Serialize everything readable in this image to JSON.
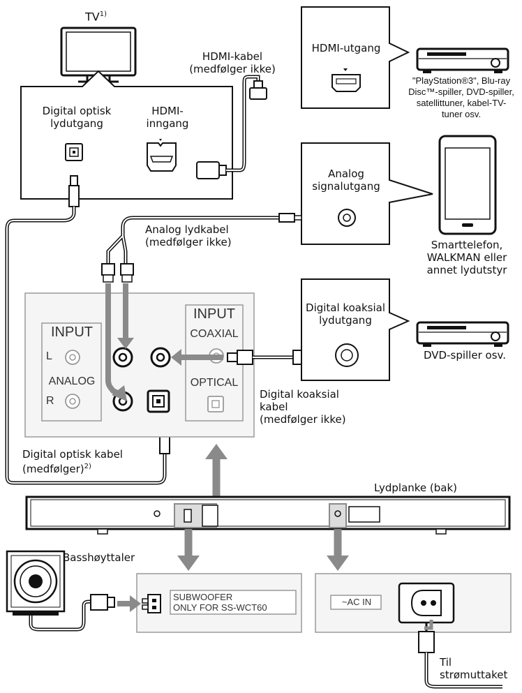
{
  "tv": {
    "label": "TV",
    "footnote": "1)"
  },
  "tv_box": {
    "optical_out": "Digital optisk\nlydutgang",
    "hdmi_in": "HDMI-\ninngang"
  },
  "hdmi_cable": "HDMI-kabel\n(medfølger ikke)",
  "hdmi_out_box": {
    "label": "HDMI-utgang"
  },
  "player_devices": "\"PlayStation®3\", Blu-ray\nDisc™-spiller, DVD-spiller,\nsatellittuner, kabel-TV-\ntuner osv.",
  "analog_out_box": {
    "label": "Analog\nsignalutgang"
  },
  "analog_cable": "Analog lydkabel\n(medfølger ikke)",
  "phone_devices": "Smarttelefon,\nWALKMAN eller\nannet lydutstyr",
  "coax_out_box": {
    "label": "Digital koaksial\nlydutgang"
  },
  "dvd_player": "DVD-spiller osv.",
  "coax_cable": "Digital koaksial\nkabel\n(medfølger ikke)",
  "optical_cable": {
    "label": "Digital optisk kabel\n(medfølger)",
    "footnote": "2)"
  },
  "rear_panel": {
    "input_left": "INPUT",
    "l": "L",
    "analog": "ANALOG",
    "r": "R",
    "input_right": "INPUT",
    "coaxial": "COAXIAL",
    "optical": "OPTICAL"
  },
  "soundbar_label": "Lydplanke (bak)",
  "subwoofer_label": "Basshøyttaler",
  "subwoofer_panel": "SUBWOOFER\nONLY FOR SS-WCT60",
  "ac_panel": {
    "ac_in": "~AC IN"
  },
  "power_label": "Til\nstrømuttaket"
}
